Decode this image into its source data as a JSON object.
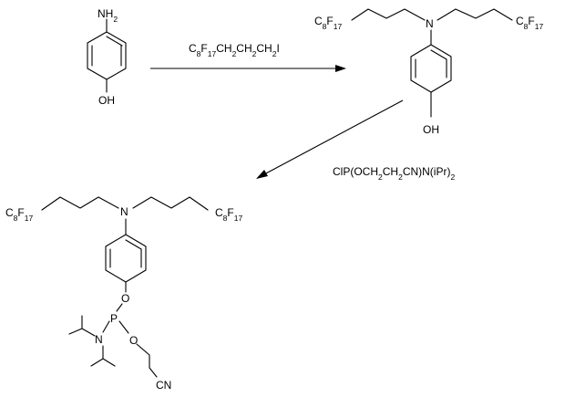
{
  "start_material": {
    "amine": "NH2",
    "hydroxyl": "OH"
  },
  "step1": {
    "reagent": "C8F17CH2CH2CH2I"
  },
  "intermediate": {
    "chain_left": "C8F17",
    "chain_right": "C8F17",
    "nitrogen": "N",
    "hydroxyl": "OH"
  },
  "step2": {
    "reagent": "ClP(OCH2CH2CN)N(iPr)2"
  },
  "product": {
    "chain_left": "C8F17",
    "chain_right": "C8F17",
    "nitrogen": "N",
    "aryl_oxygen": "O",
    "phosphorus": "P",
    "amidite_nitrogen": "N",
    "ester_oxygen": "O",
    "nitrile": "CN"
  }
}
